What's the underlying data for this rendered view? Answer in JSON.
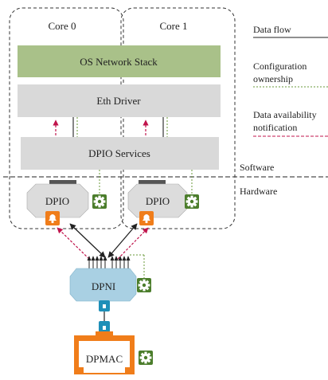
{
  "cores": [
    {
      "label": "Core 0"
    },
    {
      "label": "Core 1"
    }
  ],
  "layers": {
    "os_stack": "OS Network Stack",
    "eth_driver": "Eth Driver",
    "dpio_services": "DPIO Services"
  },
  "boundary": {
    "software": "Software",
    "hardware": "Hardware"
  },
  "objects": {
    "dpio": "DPIO",
    "dpni": "DPNI",
    "dpmac": "DPMAC"
  },
  "legend": {
    "data_flow": "Data flow",
    "config_line1": "Configuration",
    "config_line2": "ownership",
    "notify_line1": "Data availability",
    "notify_line2": "notification"
  },
  "icons": {
    "gear": "gear-icon",
    "bell": "bell-icon"
  },
  "colors": {
    "os_stack_fill": "#a9c189",
    "layer_fill": "#d9d9d9",
    "dpio_fill": "#dcdcdc",
    "dpni_fill": "#a9d0e3",
    "dpmac_orange": "#f07d1a",
    "gear_green": "#4b7d2b",
    "bell_orange": "#f07d1a",
    "port_blue": "#1e8fb8",
    "config_line": "#6a9a3a",
    "notify_line": "#c0144c",
    "data_line": "#222222"
  }
}
